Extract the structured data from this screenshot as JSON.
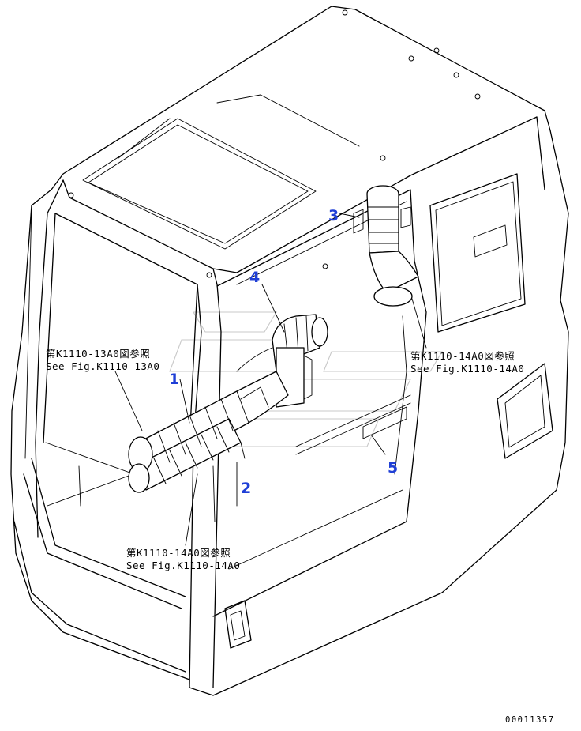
{
  "callouts": [
    {
      "id": "1",
      "label": "1"
    },
    {
      "id": "2",
      "label": "2"
    },
    {
      "id": "3",
      "label": "3"
    },
    {
      "id": "4",
      "label": "4"
    },
    {
      "id": "5",
      "label": "5"
    }
  ],
  "references": {
    "ref_13a0_jp": "第K1110-13A0図参照",
    "ref_13a0_en": "See Fig.K1110-13A0",
    "ref_14a0_right_jp": "第K1110-14A0図参照",
    "ref_14a0_right_en": "See Fig.K1110-14A0",
    "ref_14a0_bottom_jp": "第K1110-14A0図参照",
    "ref_14a0_bottom_en": "See Fig.K1110-14A0"
  },
  "document_number": "00011357",
  "colors": {
    "callout": "#1f3fd6",
    "line": "#000000",
    "watermark": "#c8c8c8",
    "background": "#ffffff"
  }
}
